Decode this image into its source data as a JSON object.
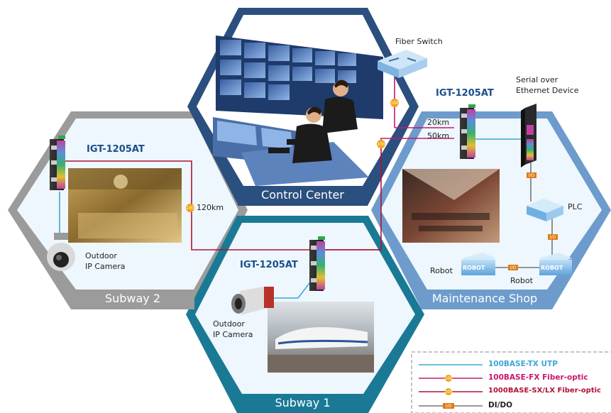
{
  "regions": {
    "control_center": "Control Center",
    "subway2": "Subway 2",
    "subway1": "Subway 1",
    "maintenance": "Maintenance Shop"
  },
  "devices": {
    "fiber_switch": "Fiber Switch",
    "serial_device_line1": "Serial over",
    "serial_device_line2": "Ethernet Device",
    "model_top": "IGT-1205AT",
    "model_subway2": "IGT-1205AT",
    "model_subway1": "IGT-1205AT",
    "plc": "PLC",
    "robot_left": "Robot",
    "robot_bottom": "Robot",
    "robot_tag_left": "ROBOT",
    "robot_tag_right": "ROBOT",
    "camera2_line1": "Outdoor",
    "camera2_line2": "IP Camera",
    "camera1_line1": "Outdoor",
    "camera1_line2": "IP Camera"
  },
  "distances": {
    "d20": "20km",
    "d50": "50km",
    "d120": "120km"
  },
  "badges": {
    "fiber": "100",
    "io": "I/O"
  },
  "legend": [
    {
      "label": "100BASE-TX UTP",
      "color": "#3aa7d8"
    },
    {
      "label": "100BASE-FX Fiber-optic",
      "color": "#c8186e"
    },
    {
      "label": "1000BASE-SX/LX Fiber-optic",
      "color": "#b01235"
    },
    {
      "label": "DI/DO",
      "color": "#777777"
    }
  ],
  "colors": {
    "control_center": "#2b4f7e",
    "subway2": "#9a9a9a",
    "subway1": "#1a7a96",
    "maintenance": "#6d9ccc",
    "fiber_100": "#c8186e",
    "fiber_1000": "#b01235",
    "utp": "#3aa7d8",
    "io_badge": "#e07b16",
    "fiber_badge": "#f2a516"
  }
}
